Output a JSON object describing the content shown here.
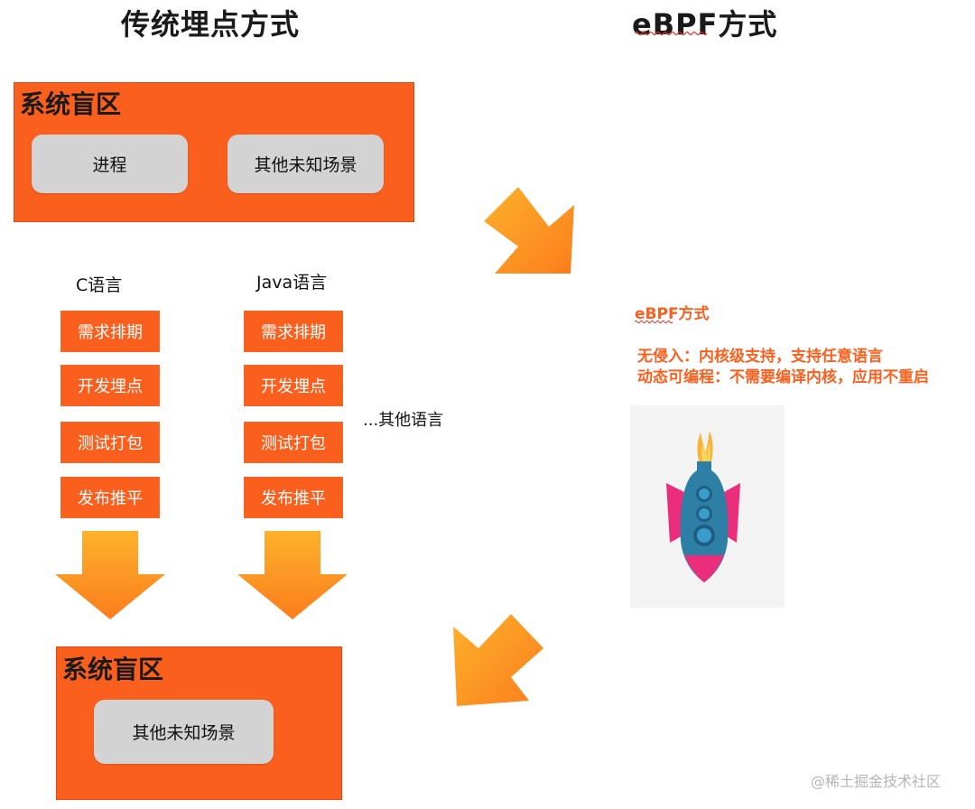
{
  "headings": {
    "left": "传统埋点方式",
    "right": "eBPF方式"
  },
  "top_zone": {
    "title": "系统盲区",
    "items": [
      "进程",
      "其他未知场景"
    ]
  },
  "languages": [
    {
      "label": "C语言",
      "steps": [
        "需求排期",
        "开发埋点",
        "测试打包",
        "发布推平"
      ]
    },
    {
      "label": "Java语言",
      "steps": [
        "需求排期",
        "开发埋点",
        "测试打包",
        "发布推平"
      ]
    }
  ],
  "other_languages": "...其他语言",
  "bottom_zone": {
    "title": "系统盲区",
    "items": [
      "其他未知场景"
    ]
  },
  "ebpf": {
    "title": "eBPF方式",
    "lines": [
      "无侵入：内核级支持，支持任意语言",
      "动态可编程：不需要编译内核，应用不重启"
    ]
  },
  "watermark": "@稀土掘金技术社区",
  "colors": {
    "orange": "#fb5f1e",
    "arrow_light": "#fdb22c",
    "arrow_dark": "#fb7d1c",
    "pill_gray": "#d3d3d3",
    "rocket_blue": "#2e7fa6",
    "rocket_pink": "#ea2e7c"
  }
}
